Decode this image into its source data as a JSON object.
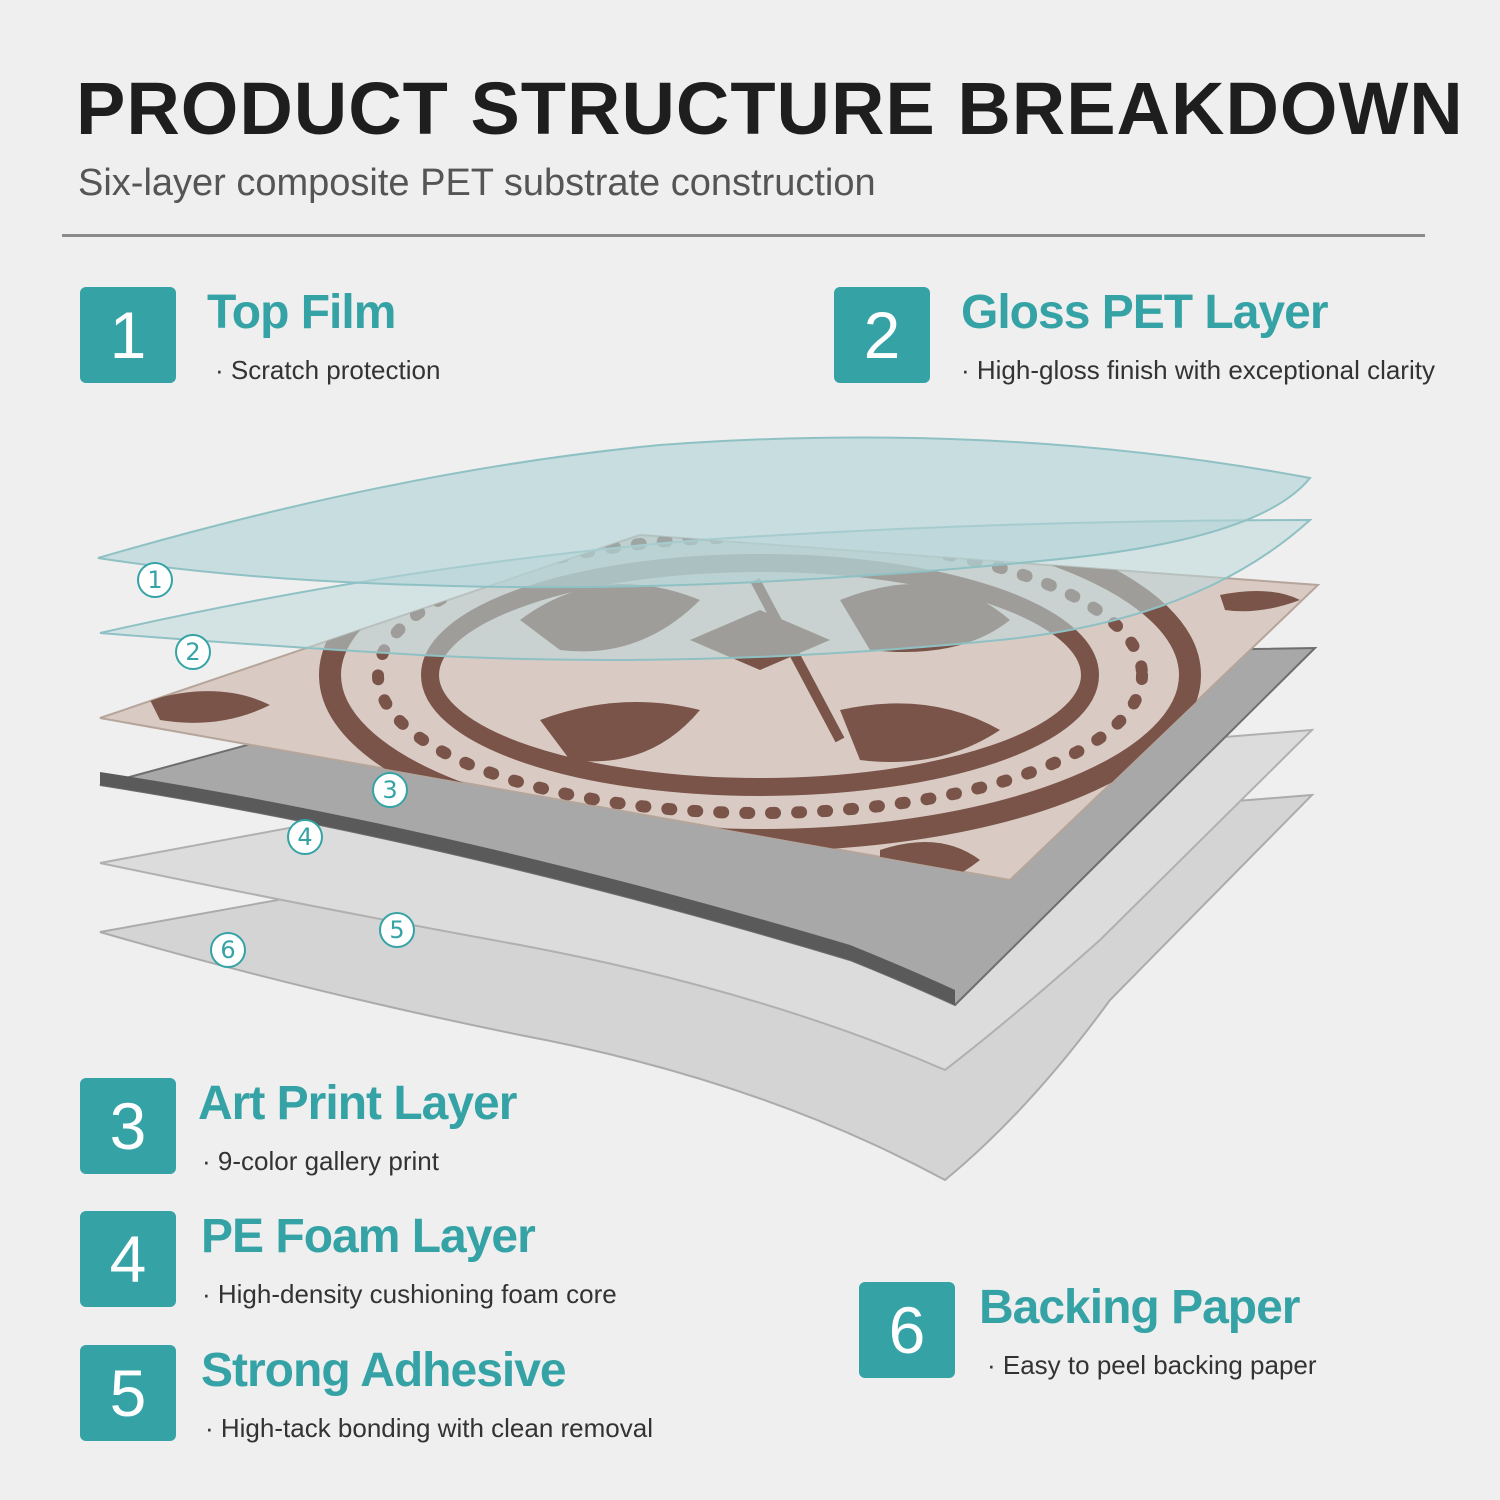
{
  "header": {
    "title": "PRODUCT STRUCTURE BREAKDOWN",
    "subtitle": "Six-layer composite PET substrate construction"
  },
  "layers": [
    {
      "number": "1",
      "name": "Top Film",
      "description": "· Scratch protection"
    },
    {
      "number": "2",
      "name": "Gloss PET Layer",
      "description": "· High-gloss finish with exceptional clarity"
    },
    {
      "number": "3",
      "name": "Art Print Layer",
      "description": "· 9-color gallery print"
    },
    {
      "number": "4",
      "name": "PE Foam Layer",
      "description": "· High-density cushioning foam core"
    },
    {
      "number": "5",
      "name": "Strong Adhesive",
      "description": "· High-tack bonding with clean removal"
    },
    {
      "number": "6",
      "name": "Backing Paper",
      "description": "· Easy to peel backing paper"
    }
  ],
  "diagram_markers": [
    "1",
    "2",
    "3",
    "4",
    "5",
    "6"
  ],
  "colors": {
    "accent": "#35a3a6",
    "tile_pattern": "#7a5449",
    "tile_base": "#d9cbc3",
    "foam": "#a9a9a9"
  }
}
